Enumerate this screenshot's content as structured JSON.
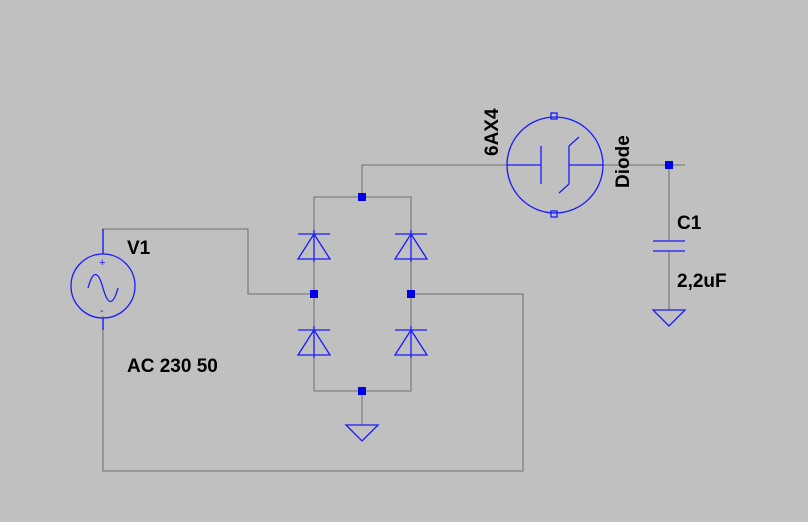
{
  "colors": {
    "background": "#c0c0c0",
    "wire": "#808080",
    "symbol": "#1a1aff",
    "node": "#0000e6",
    "text": "#000000"
  },
  "schematic": {
    "source": {
      "name": "V1",
      "value": "AC 230 50",
      "plus_sign": "+",
      "minus_sign": "-"
    },
    "tube": {
      "name": "6AX4",
      "value": "Diode"
    },
    "capacitor": {
      "name": "C1",
      "value": "2,2uF"
    }
  }
}
